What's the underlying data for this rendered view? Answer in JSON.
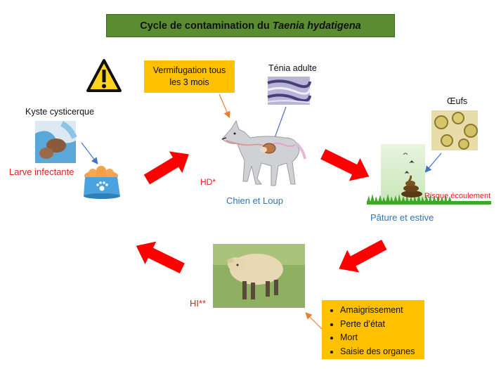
{
  "title": {
    "prefix": "Cycle de contamination du ",
    "species": "Taenia hydatigena"
  },
  "labels": {
    "kyste": "Kyste cysticerque",
    "larve": "Larve infectante",
    "tenia": "Ténia adulte",
    "oeufs": "Œufs",
    "chien": "Chien et Loup",
    "hd": "HD*",
    "paturage": "Pâture et estive",
    "risque": "Risque écoulement",
    "hi": "HI**"
  },
  "vermifugation": {
    "line1": "Vermifugation tous",
    "line2": "les 3 mois"
  },
  "symptoms": [
    "Amaigrissement",
    "Perte d’état",
    "Mort",
    "Saisie des organes"
  ],
  "colors": {
    "title_bg": "#5a8c32",
    "box_bg": "#ffc000",
    "arrow": "#ff0000",
    "blue_text": "#2e75b6",
    "red_text": "#e02020"
  }
}
